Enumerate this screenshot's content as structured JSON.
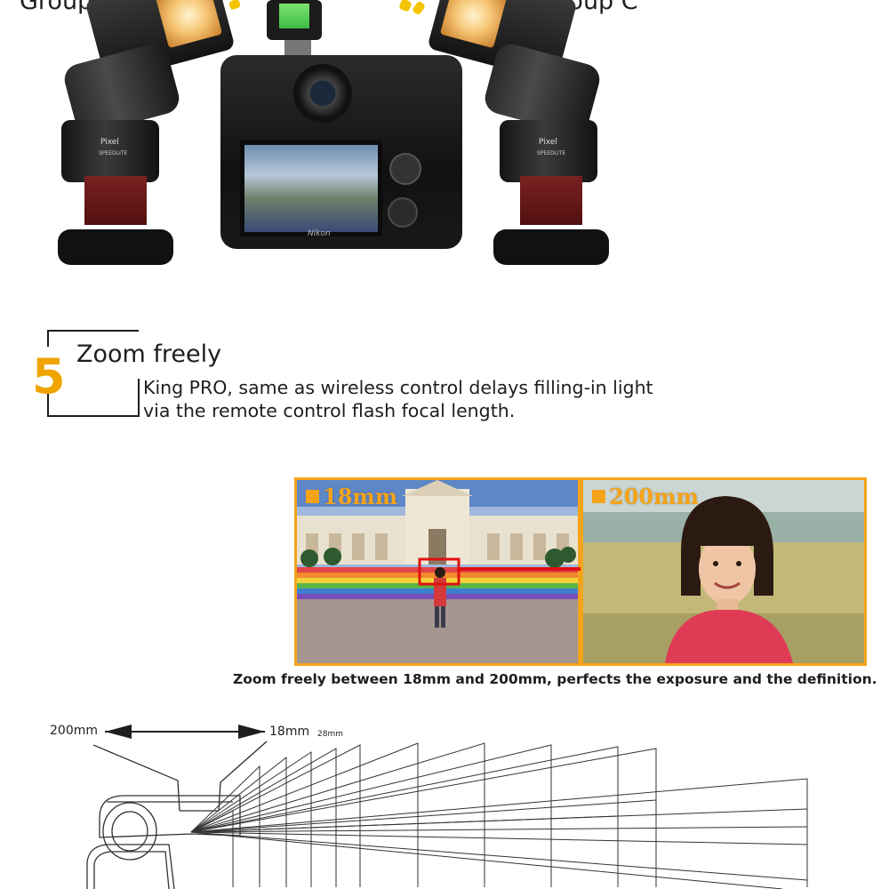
{
  "top": {
    "group_b_label": "Group B",
    "group_c_label": "Group C",
    "flash_brand": "Pixel",
    "flash_model": "SPEEDLITE",
    "camera_brand": "Nikon"
  },
  "section": {
    "number": "5",
    "title": "Zoom freely",
    "description_line1": "King PRO, same as wireless control delays filling-in light",
    "description_line2": "via the remote control flash focal length."
  },
  "panels": {
    "left_tag": "18mm",
    "right_tag": "200mm",
    "caption": "Zoom freely between 18mm and 200mm, perfects the exposure and the definition."
  },
  "diagram": {
    "label_200": "200mm",
    "label_18": "18mm",
    "label_28": "28mm"
  },
  "colors": {
    "accent_orange": "#f5a319",
    "section_number_orange": "#f0a400",
    "annotation_red": "#e01010"
  }
}
